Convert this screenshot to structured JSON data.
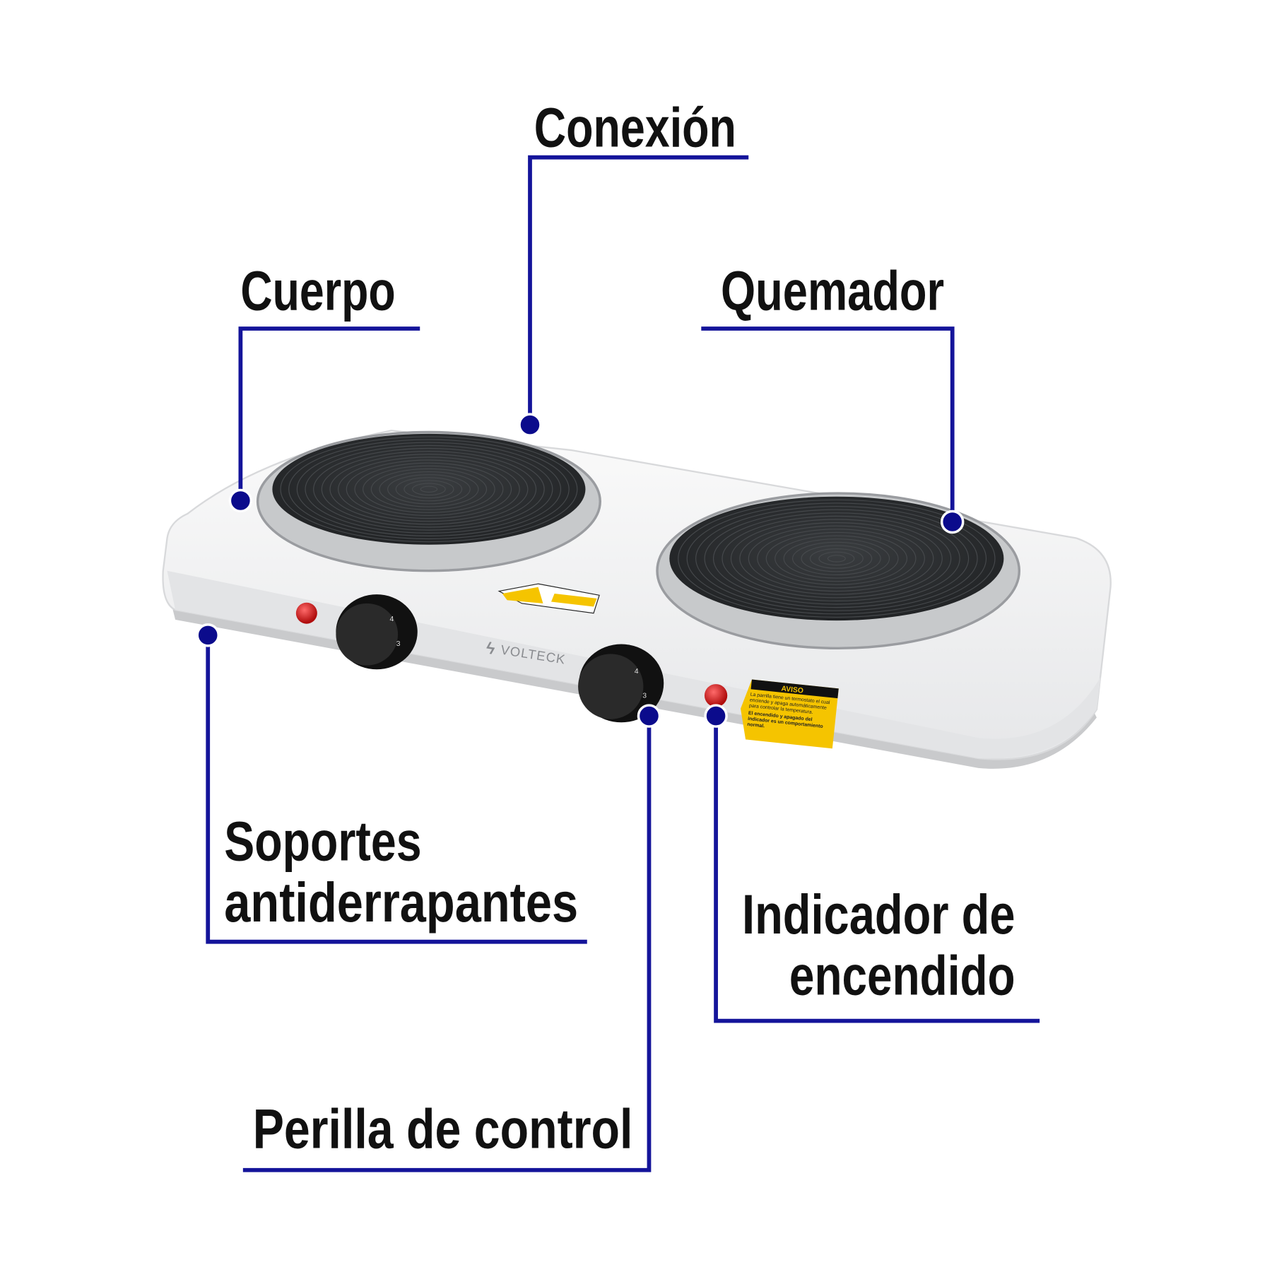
{
  "colors": {
    "callout_line": "#14149a",
    "callout_dot": "#0b0b8c",
    "label_text": "#111111",
    "burner": "#2e3133",
    "body": "#f2f3f4",
    "indicator": "#d41a1a",
    "warning_label": "#f5c400"
  },
  "callouts": {
    "conexion": "Conexión",
    "cuerpo": "Cuerpo",
    "quemador": "Quemador",
    "soportes": [
      "Soportes",
      "antiderrapantes"
    ],
    "perilla": "Perilla de control",
    "indicador": [
      "Indicador de",
      "encendido"
    ]
  },
  "product": {
    "brand": "VOLTECK",
    "warning_title": "AVISO",
    "warning_text": [
      "La parrilla tiene un termostato el cual",
      "enciende y apaga automáticamente",
      "para controlar la temperatura.",
      "El encendido y apagado del",
      "indicador es un comportamiento",
      "normal."
    ],
    "knob_numbers": [
      "3",
      "4"
    ]
  }
}
